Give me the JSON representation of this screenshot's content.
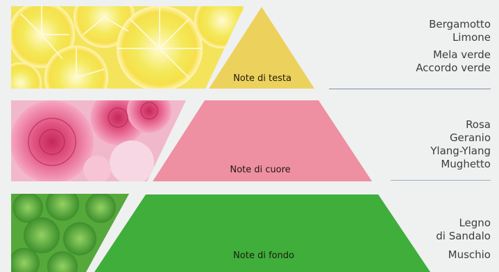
{
  "pyramid": {
    "tiers": [
      {
        "id": "top",
        "label": "Note di testa",
        "color": "#ecd25c",
        "photo_subject": "sliced lemons",
        "notes": [
          "Bergamotto",
          "Limone",
          "Mela verde",
          "Accordo verde"
        ]
      },
      {
        "id": "heart",
        "label": "Note di cuore",
        "color": "#ee8fa2",
        "photo_subject": "pink roses",
        "notes": [
          "Rosa",
          "Geranio",
          "Ylang-Ylang",
          "Mughetto"
        ]
      },
      {
        "id": "base",
        "label": "Note di fondo",
        "color": "#3fae3b",
        "photo_subject": "green moss",
        "notes": [
          "Legno",
          "di Sandalo",
          "Muschio"
        ]
      }
    ],
    "rule_colors": [
      "#7d8fa5",
      "#9bb0c6"
    ]
  }
}
